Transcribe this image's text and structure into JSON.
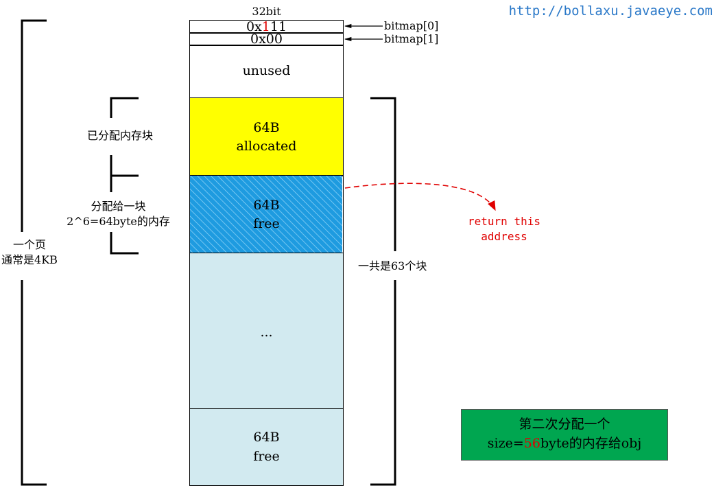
{
  "watermark": "http://bollaxu.javaeye.com",
  "column_header": "32bit",
  "bitmap0": {
    "prefix": "0x",
    "highlight": "1",
    "suffix": "11",
    "highlight_color": "#e00000"
  },
  "bitmap1": "0x00",
  "bitmap0_label": "bitmap[0]",
  "bitmap1_label": "bitmap[1]",
  "unused_label": "unused",
  "block_allocated": {
    "size": "64B",
    "status": "allocated",
    "color": "#ffff00"
  },
  "block_free_hatched": {
    "size": "64B",
    "status": "free",
    "color": "#1e9be0"
  },
  "block_ellipsis": "...",
  "block_free_last": {
    "size": "64B",
    "status": "free",
    "color": "#d2eaf0"
  },
  "left_labels": {
    "allocated_block": "已分配内存块",
    "allocate_one_line1": "分配给一块",
    "allocate_one_line2": "2^6=64byte的内存",
    "page_line1": "一个页",
    "page_line2": "通常是4KB"
  },
  "right_label_total": "一共是63个块",
  "return_label_line1": "return this",
  "return_label_line2": "address",
  "return_color": "#e00000",
  "note": {
    "line1": "第二次分配一个",
    "line2_prefix": "size=",
    "line2_highlight": "56",
    "line2_suffix": "byte的内存给obj",
    "bg_color": "#00a650",
    "highlight_color": "#e00000"
  }
}
